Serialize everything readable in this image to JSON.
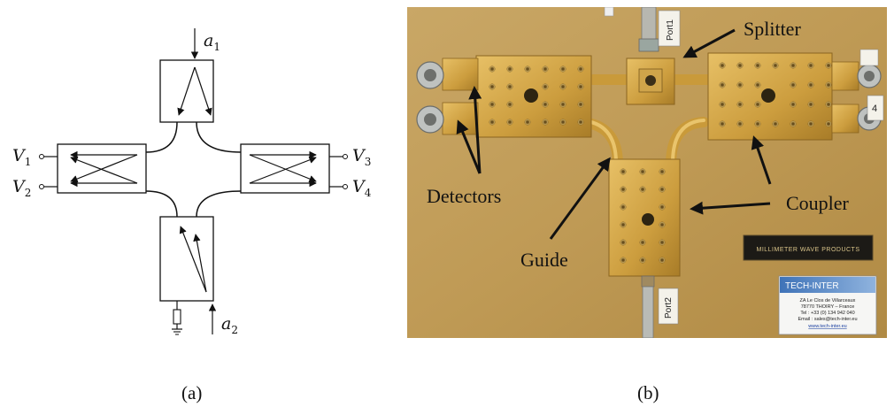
{
  "panel_a": {
    "caption": "(a)",
    "labels": {
      "a1": {
        "base": "a",
        "sub": "1"
      },
      "a2": {
        "base": "a",
        "sub": "2"
      },
      "v1": {
        "base": "V",
        "sub": "1"
      },
      "v2": {
        "base": "V",
        "sub": "2"
      },
      "v3": {
        "base": "V",
        "sub": "3"
      },
      "v4": {
        "base": "V",
        "sub": "4"
      }
    }
  },
  "panel_b": {
    "caption": "(b)",
    "annotations": {
      "splitter": "Splitter",
      "detectors": "Detectors",
      "coupler": "Coupler",
      "guide": "Guide"
    },
    "tags": {
      "port1": "Port1",
      "port2": "Port2",
      "four": "4"
    },
    "plaque": "MILLIMETER WAVE PRODUCTS",
    "vendor_card": {
      "logo": "TECH-INTER",
      "lines": [
        "ZA Le Clos de Villarceaux",
        "78770 THOIRY – France",
        "Tel : +33 (0) 134 942 040",
        "Email : sales@tech-inter.eu",
        "www.tech-inter.eu"
      ]
    },
    "colors": {
      "background": "#c8a25c",
      "brass": "#d6ab4c",
      "brass_dark": "#9c7524"
    }
  }
}
